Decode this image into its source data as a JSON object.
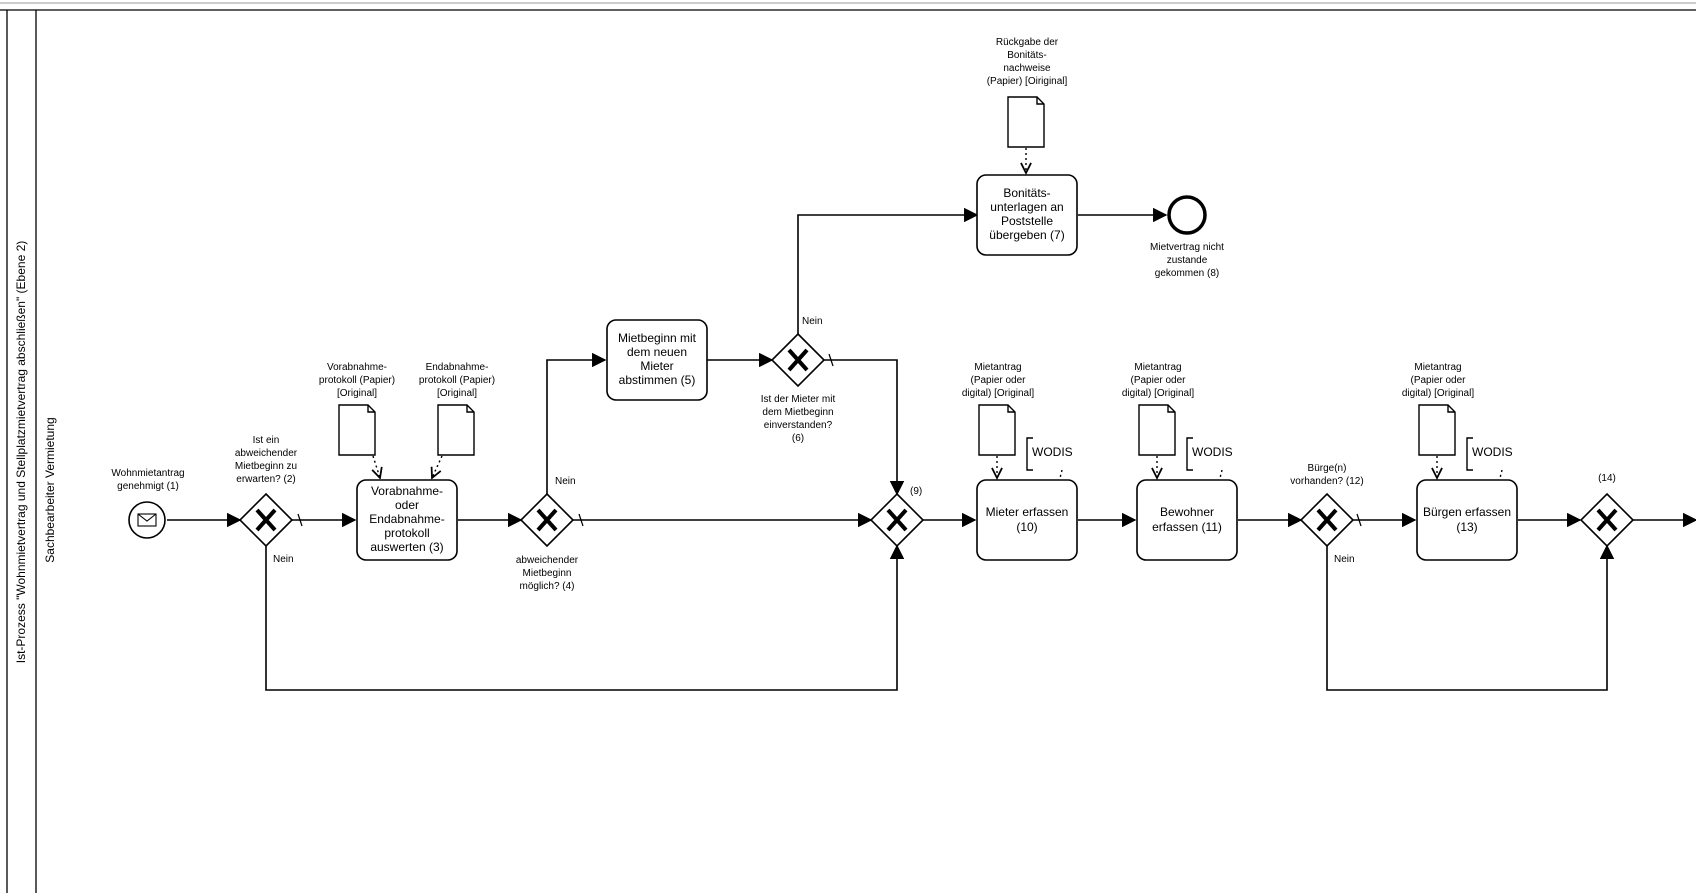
{
  "pool": {
    "title": "Ist-Prozess \"Wohnmietvertrag und Stellplatzmietvertrag abschließen\" (Ebene 2)"
  },
  "lane": {
    "title": "Sachbearbeiter Vermietung"
  },
  "events": {
    "start": [
      "Wohnmietantrag",
      "genehmigt (1)"
    ],
    "end": [
      "Mietvertrag nicht",
      "zustande",
      "gekommen (8)"
    ]
  },
  "gateways": {
    "g2": [
      "Ist ein",
      "abweichender",
      "Mietbeginn zu",
      "erwarten? (2)"
    ],
    "g4": [
      "abweichender",
      "Mietbeginn",
      "möglich? (4)"
    ],
    "g6": [
      "Ist der Mieter mit",
      "dem Mietbeginn",
      "einverstanden?",
      "(6)"
    ],
    "g9": "(9)",
    "g12": [
      "Bürge(n)",
      "vorhanden? (12)"
    ],
    "g14": "(14)"
  },
  "tasks": {
    "t3": [
      "Vorabnahme-",
      "oder",
      "Endabnahme-",
      "protokoll",
      "auswerten (3)"
    ],
    "t5": [
      "Mietbeginn mit",
      "dem neuen",
      "Mieter",
      "abstimmen (5)"
    ],
    "t7": [
      "Bonitäts-",
      "unterlagen an",
      "Poststelle",
      "übergeben (7)"
    ],
    "t10": [
      "Mieter erfassen",
      "(10)"
    ],
    "t11": [
      "Bewohner",
      "erfassen (11)"
    ],
    "t13": [
      "Bürgen erfassen",
      "(13)"
    ]
  },
  "documents": {
    "vorabnahme": [
      "Vorabnahme-",
      "protokoll (Papier)",
      "[Original]"
    ],
    "endabnahme": [
      "Endabnahme-",
      "protokoll (Papier)",
      "[Original]"
    ],
    "bonitaet": [
      "Rückgabe der",
      "Bonitäts-",
      "nachweise",
      "(Papier) [Oiriginal]"
    ],
    "mietantrag1": [
      "Mietantrag",
      "(Papier oder",
      "digital) [Original]"
    ],
    "mietantrag2": [
      "Mietantrag",
      "(Papier oder",
      "digital) [Original]"
    ],
    "mietantrag3": [
      "Mietantrag",
      "(Papier oder",
      "digital) [Original]"
    ]
  },
  "annotations": {
    "wodis": "WODIS"
  },
  "flow_labels": {
    "no": "Nein"
  },
  "colors": {
    "line": "#000000",
    "background": "#ffffff"
  }
}
